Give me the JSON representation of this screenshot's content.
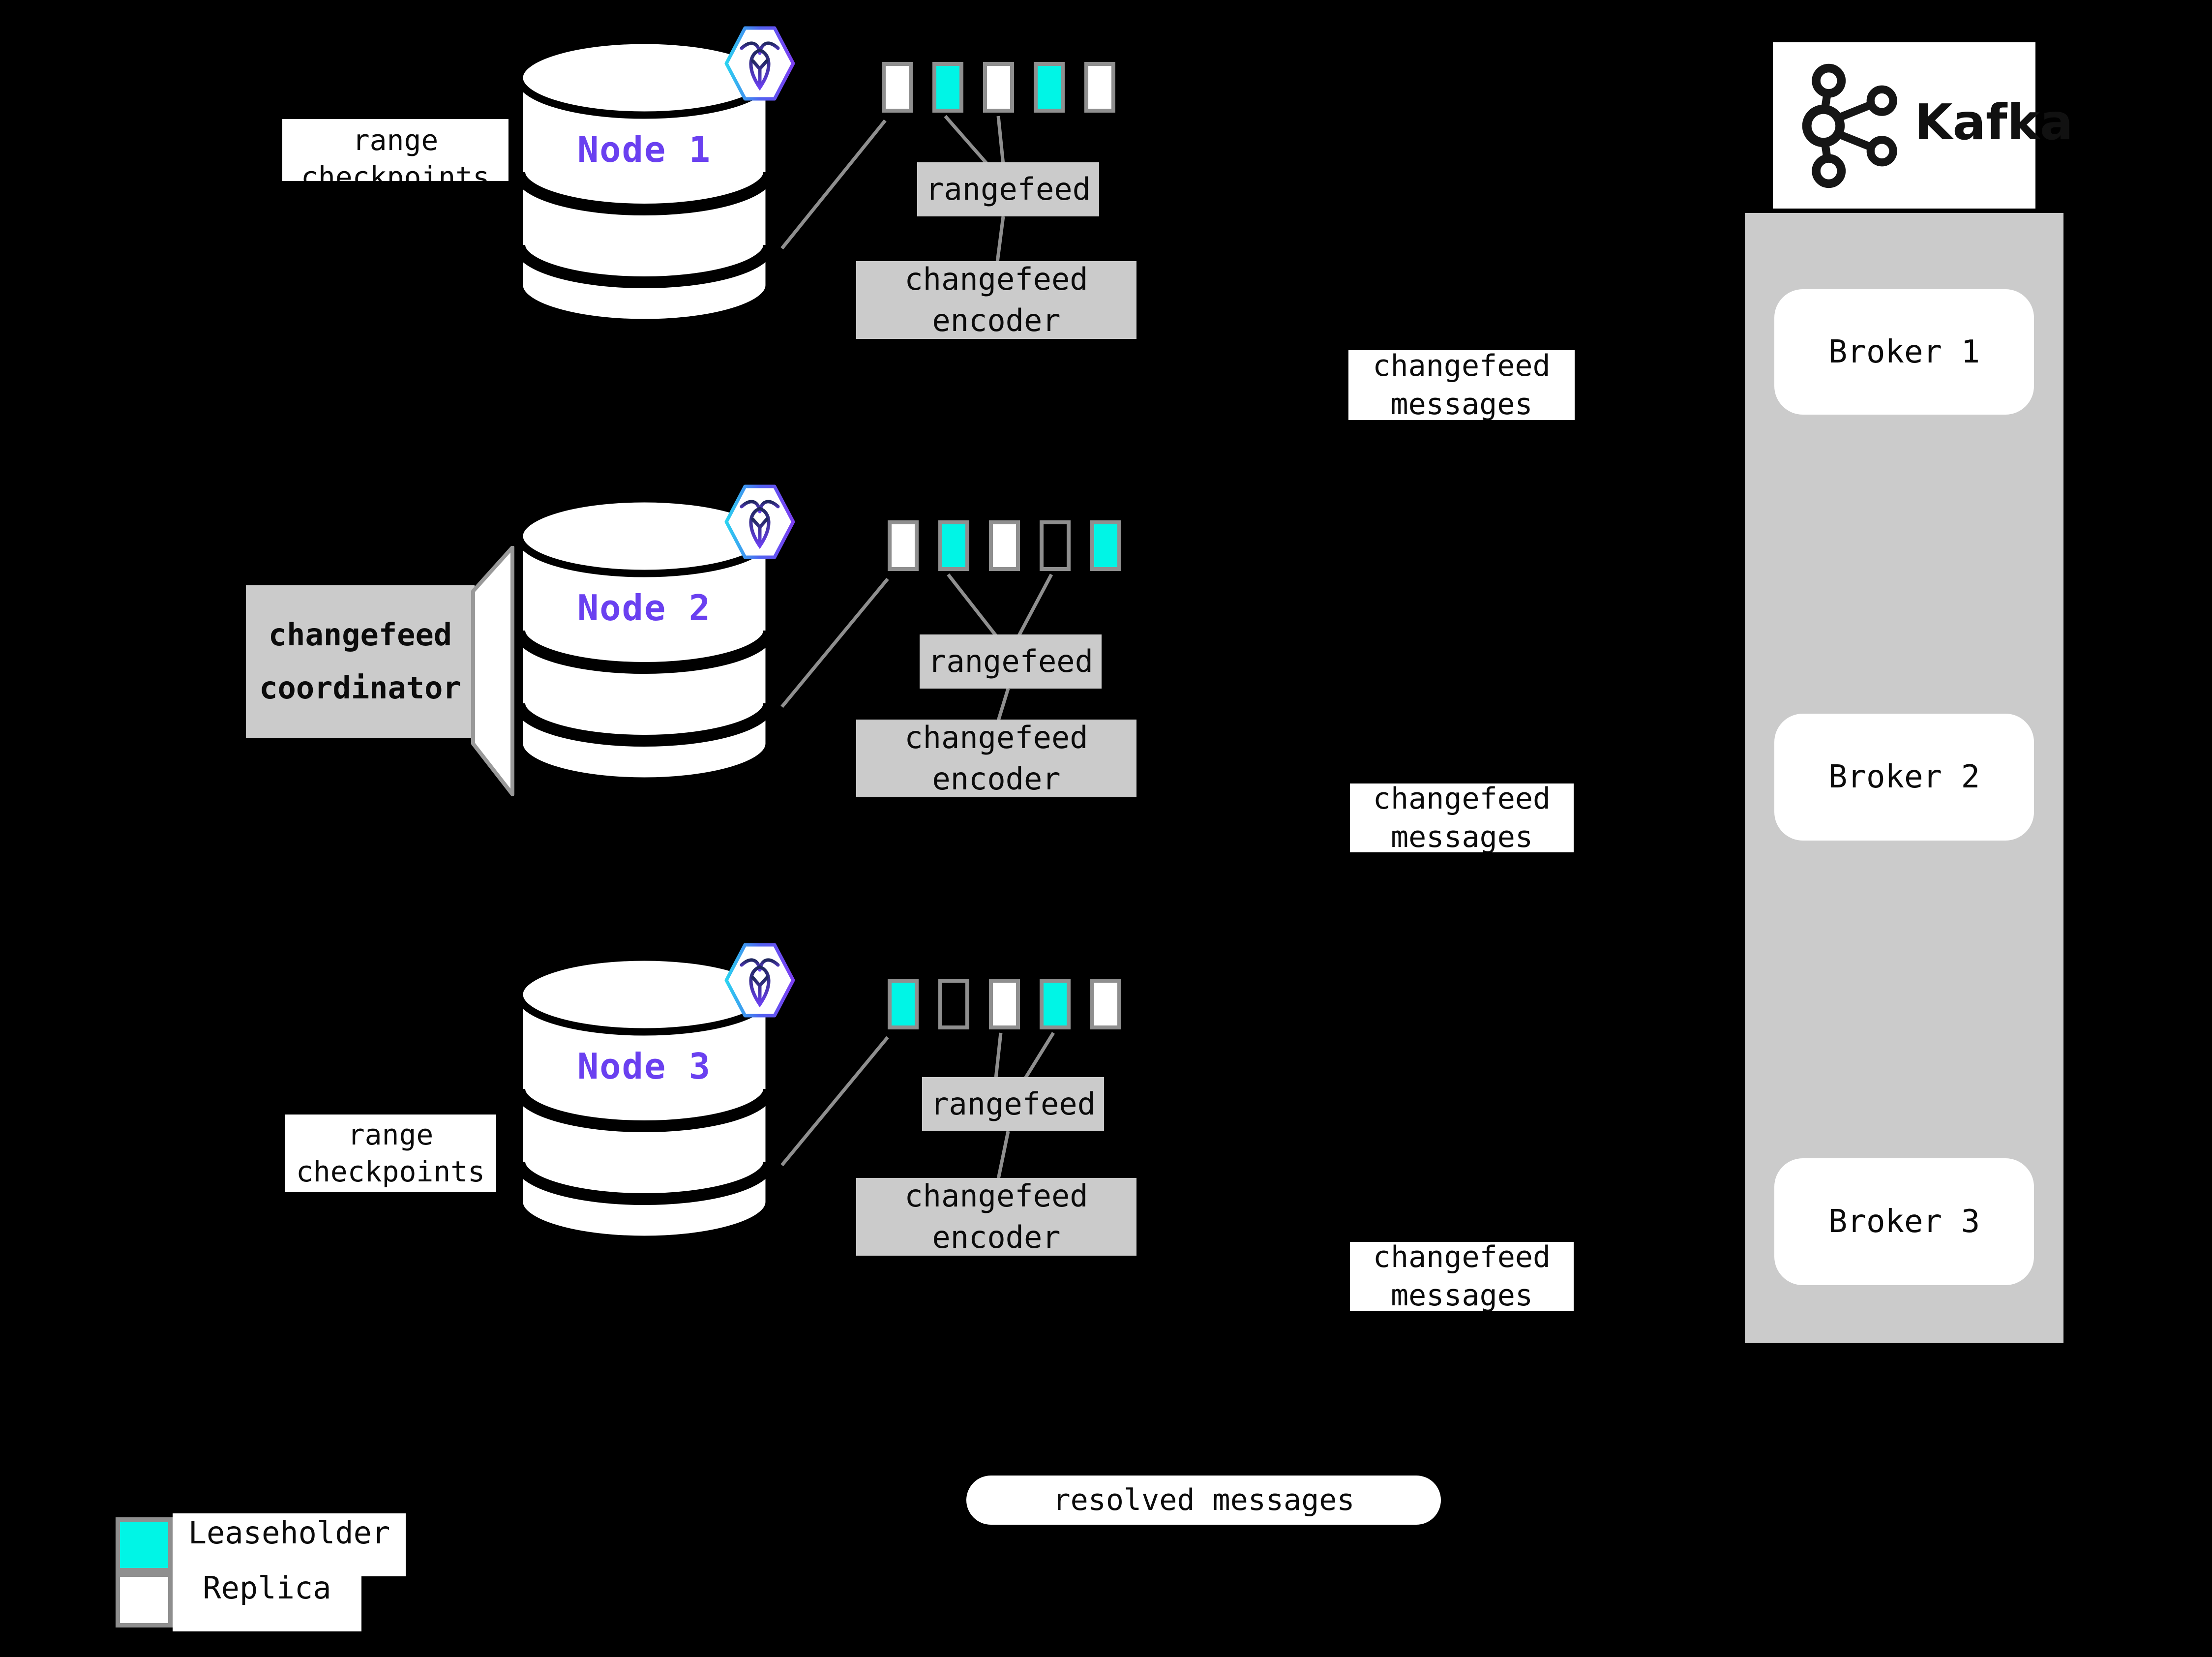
{
  "colors": {
    "background": "#000000",
    "leaseholder": "#00f5e6",
    "replica": "#ffffff",
    "box_gray": "#cbcbcb",
    "line_gray": "#8f8f8f",
    "node_purple": "#6a40f0",
    "text_black": "#0b0b0b"
  },
  "nodes": [
    {
      "name": "Node 1",
      "side_label": "range checkpoints",
      "rangefeed": "rangefeed",
      "encoder": "changefeed encoder",
      "ranges": [
        "replica",
        "leaseholder",
        "replica",
        "leaseholder",
        "replica"
      ]
    },
    {
      "name": "Node 2",
      "side_label": "changefeed coordinator",
      "rangefeed": "rangefeed",
      "encoder": "changefeed encoder",
      "ranges": [
        "replica",
        "leaseholder",
        "replica",
        "empty",
        "leaseholder"
      ]
    },
    {
      "name": "Node 3",
      "side_label": "range checkpoints",
      "rangefeed": "rangefeed",
      "encoder": "changefeed encoder",
      "ranges": [
        "leaseholder",
        "empty",
        "replica",
        "leaseholder",
        "replica"
      ]
    }
  ],
  "messages": [
    {
      "label": "changefeed messages"
    },
    {
      "label": "changefeed messages"
    },
    {
      "label": "changefeed messages"
    }
  ],
  "kafka": {
    "name": "Kafka",
    "brokers": [
      {
        "label": "Broker 1"
      },
      {
        "label": "Broker 2"
      },
      {
        "label": "Broker 3"
      }
    ]
  },
  "resolved": {
    "label": "resolved messages"
  },
  "legend": {
    "items": [
      {
        "label": "Leaseholder",
        "swatch": "leaseholder"
      },
      {
        "label": "Replica",
        "swatch": "replica"
      }
    ]
  }
}
